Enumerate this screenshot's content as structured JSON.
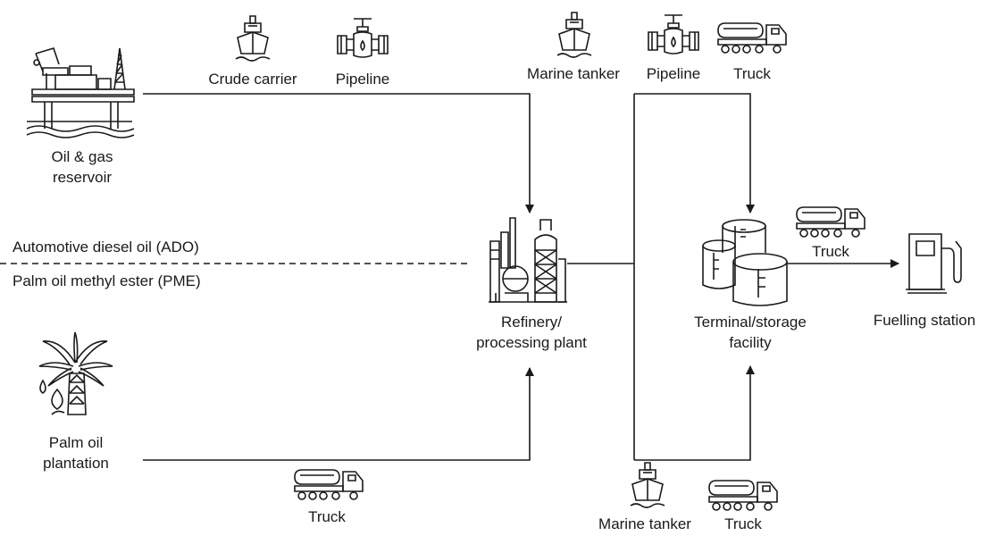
{
  "nodes": {
    "reservoir": {
      "line1": "Oil & gas",
      "line2": "reservoir"
    },
    "plantation": {
      "line1": "Palm oil",
      "line2": "plantation"
    },
    "refinery": {
      "line1": "Refinery/",
      "line2": "processing plant"
    },
    "terminal": {
      "line1": "Terminal/storage",
      "line2": "facility"
    },
    "station": {
      "label": "Fuelling station"
    }
  },
  "transport": {
    "crude_carrier": "Crude carrier",
    "pipeline_top_left": "Pipeline",
    "marine_tanker_top": "Marine tanker",
    "pipeline_top_right": "Pipeline",
    "truck_top_right": "Truck",
    "truck_to_station": "Truck",
    "truck_bottom_left": "Truck",
    "marine_tanker_bottom": "Marine tanker",
    "truck_bottom_right": "Truck"
  },
  "divider": {
    "upper": "Automotive diesel oil (ADO)",
    "lower": "Palm oil methyl ester (PME)"
  },
  "icons": {
    "reservoir": "offshore-platform-icon",
    "plantation": "palm-tree-icon",
    "refinery": "refinery-icon",
    "terminal": "storage-tanks-icon",
    "station": "fuel-pump-icon",
    "ship": "ship-icon",
    "pipeline": "pipeline-valve-icon",
    "truck": "tanker-truck-icon"
  }
}
